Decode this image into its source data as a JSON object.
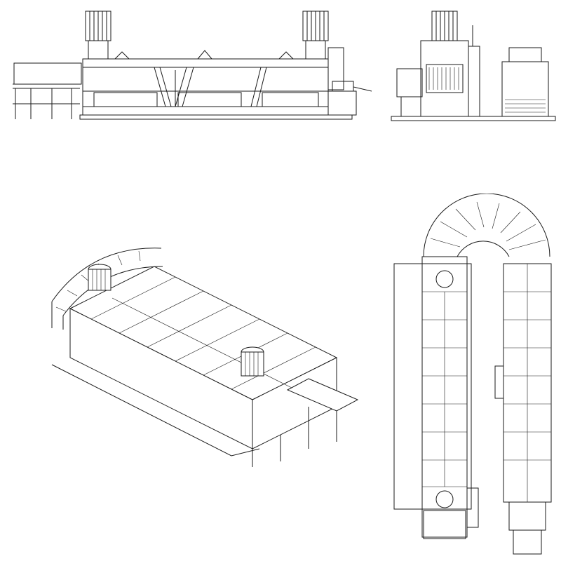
{
  "drawing": {
    "views": [
      {
        "id": "front-elevation"
      },
      {
        "id": "side-elevation"
      },
      {
        "id": "isometric-view"
      },
      {
        "id": "plan-view"
      }
    ]
  },
  "colors": {
    "line": "#1a1a1a",
    "background": "#ffffff"
  }
}
